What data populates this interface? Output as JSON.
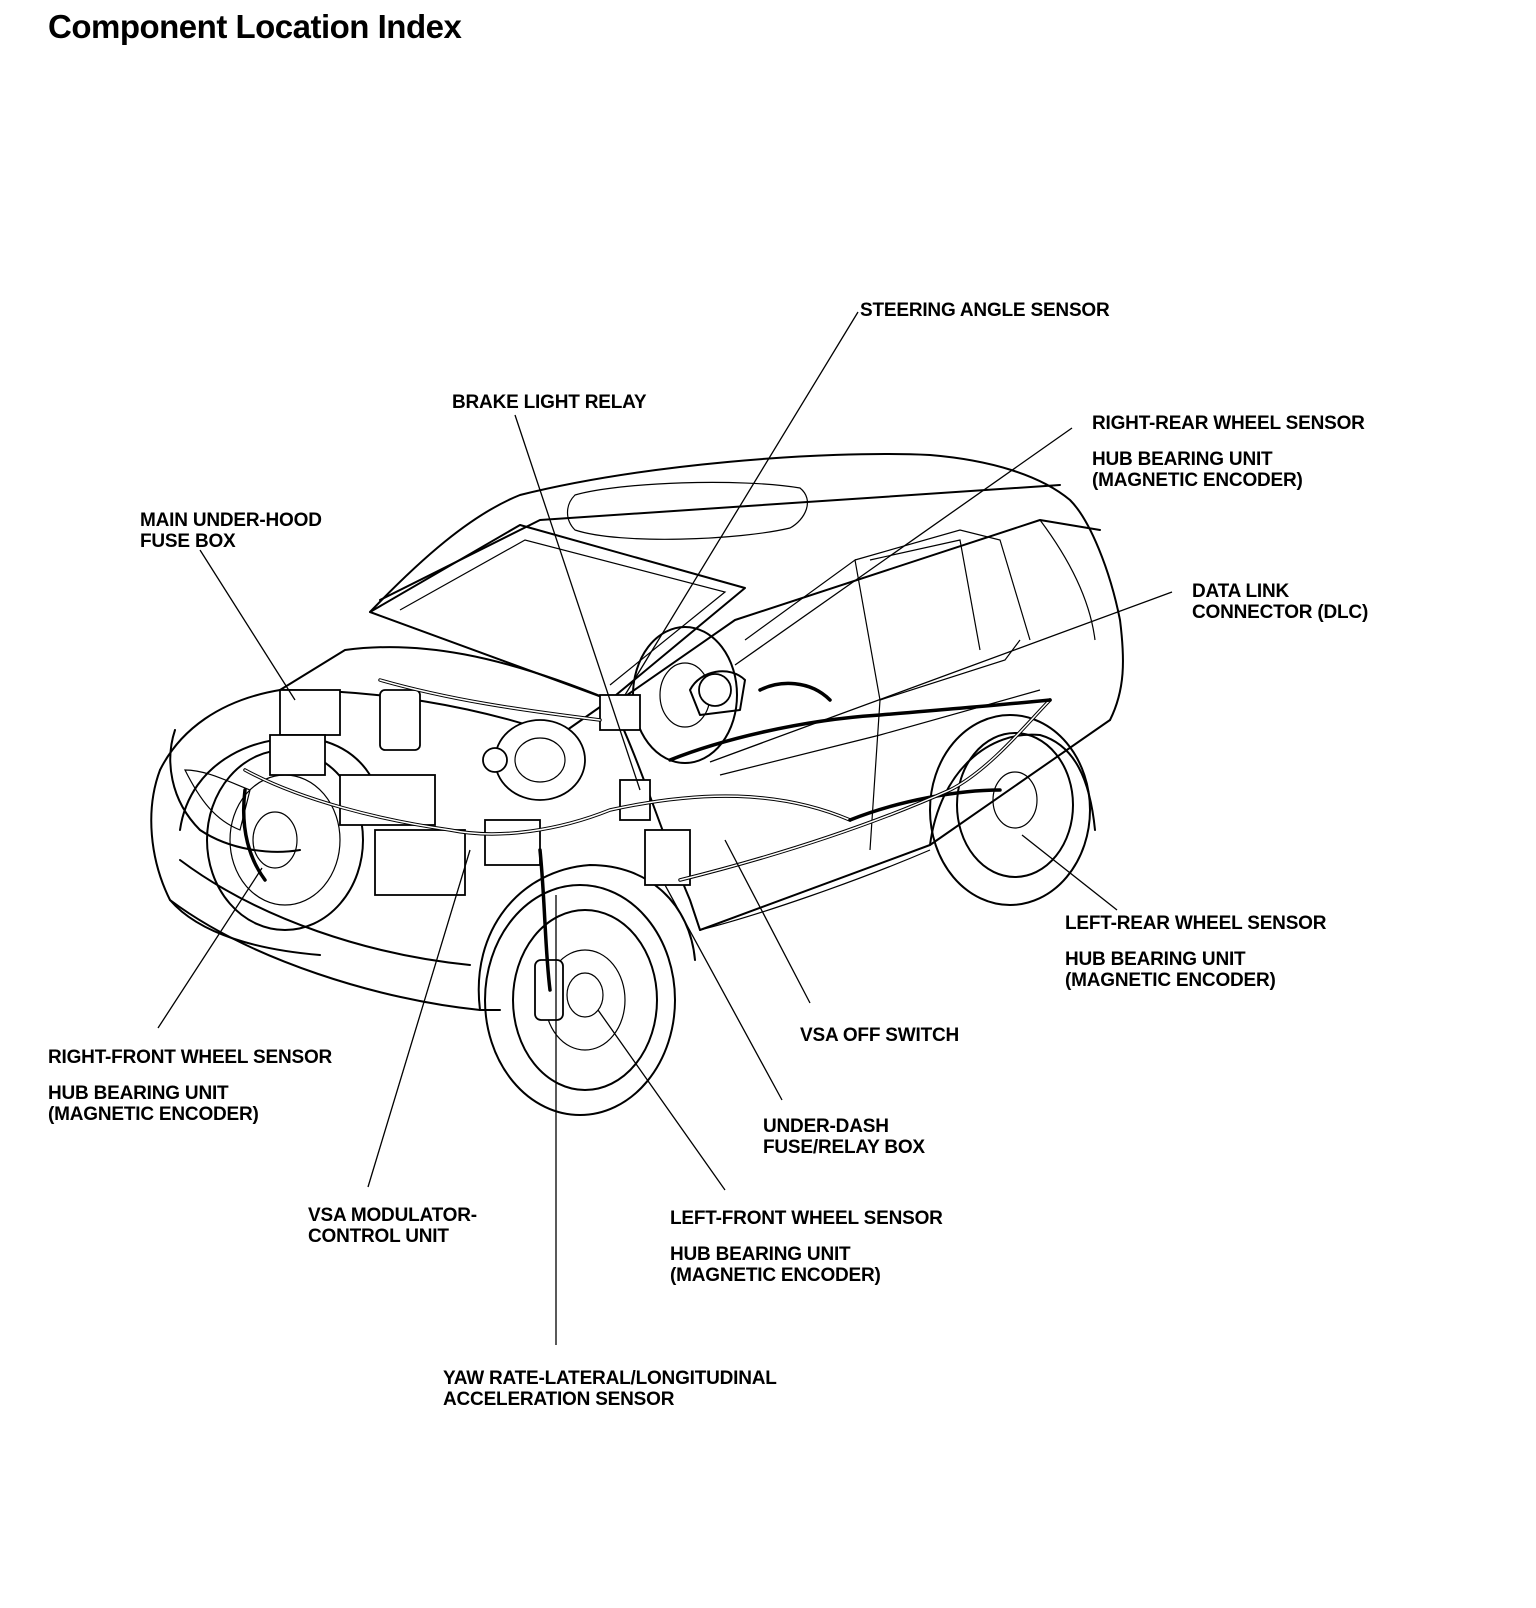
{
  "page": {
    "title": "Component Location Index"
  },
  "labels": {
    "steering_angle_sensor": "STEERING ANGLE SENSOR",
    "brake_light_relay": "BRAKE LIGHT RELAY",
    "right_rear_wheel_sensor": "RIGHT-REAR WHEEL SENSOR",
    "right_rear_hub_line1": "HUB BEARING UNIT",
    "right_rear_hub_line2": "(MAGNETIC ENCODER)",
    "main_fuse_box_line1": "MAIN UNDER-HOOD",
    "main_fuse_box_line2": "FUSE BOX",
    "dlc_line1": "DATA LINK",
    "dlc_line2": "CONNECTOR (DLC)",
    "left_rear_wheel_sensor": "LEFT-REAR WHEEL SENSOR",
    "left_rear_hub_line1": "HUB BEARING UNIT",
    "left_rear_hub_line2": "(MAGNETIC ENCODER)",
    "vsa_off_switch": "VSA OFF SWITCH",
    "right_front_wheel_sensor": "RIGHT-FRONT WHEEL SENSOR",
    "right_front_hub_line1": "HUB BEARING UNIT",
    "right_front_hub_line2": "(MAGNETIC ENCODER)",
    "under_dash_line1": "UNDER-DASH",
    "under_dash_line2": "FUSE/RELAY BOX",
    "vsa_modulator_line1": "VSA MODULATOR-",
    "vsa_modulator_line2": "CONTROL UNIT",
    "left_front_wheel_sensor": "LEFT-FRONT WHEEL SENSOR",
    "left_front_hub_line1": "HUB BEARING UNIT",
    "left_front_hub_line2": "(MAGNETIC ENCODER)",
    "yaw_rate_line1": "YAW RATE-LATERAL/LONGITUDINAL",
    "yaw_rate_line2": "ACCELERATION SENSOR"
  }
}
